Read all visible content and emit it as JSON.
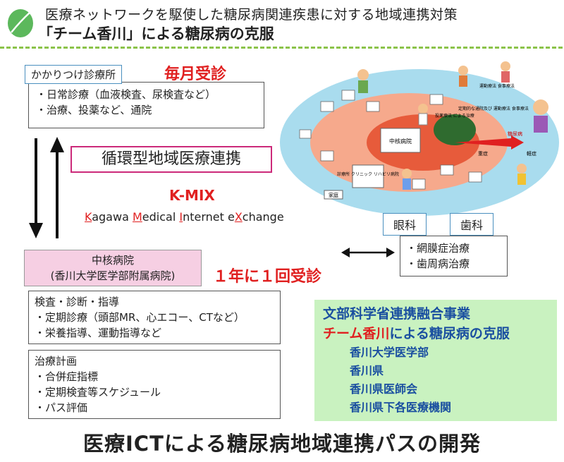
{
  "header": {
    "line1": "医療ネットワークを駆使した糖尿病関連疾患に対する地域連携対策",
    "line2": "「チーム香川」による糖尿病の克服"
  },
  "clinic": {
    "tag": "かかりつけ診療所",
    "monthly": "毎月受診",
    "items": [
      "・日常診療（血液検査、尿検査など）",
      "・治療、投薬など、通院"
    ]
  },
  "circulation": "循環型地域医療連携",
  "kmix": {
    "name": "K-MIX",
    "full": [
      "K",
      "agawa ",
      "M",
      "edical ",
      "I",
      "nternet e",
      "X",
      "change"
    ]
  },
  "core_hospital": {
    "line1": "中核病院",
    "line2": "(香川大学医学部附属病院)",
    "yearly": "１年に１回受診",
    "exam_items": [
      "検査・診断・指導",
      "・定期診療（頭部MR、心エコー、CTなど）",
      "・栄養指導、運動指導など"
    ],
    "plan_items": [
      "治療計画",
      "・合併症指標",
      "・定期検査等スケジュール",
      "・パス評価"
    ]
  },
  "specialists": {
    "eye": "眼科",
    "dental": "歯科",
    "items": [
      "・網膜症治療",
      "・歯周病治療"
    ]
  },
  "illustration": {
    "center": "中核病院",
    "clinic": "診療所 クリニック リハビリ病院",
    "home": "家庭",
    "severe": "重症",
    "mild": "軽症",
    "diabetes": "糖尿病",
    "ring1": "運動療法 食事療法",
    "ring2": "投薬療法 による治療",
    "ring3": "定期的な通院及び 運動療法 食事療法"
  },
  "project": {
    "title": "文部科学省連携融合事業",
    "subtitle_red": "チーム香川",
    "subtitle_rest": "による糖尿病の克服",
    "members": [
      "香川大学医学部",
      "香川県",
      "香川県医師会",
      "香川県下各医療機関"
    ]
  },
  "bottom_title": "医療ICTによる糖尿病地域連携パスの開発",
  "colors": {
    "red": "#e02020",
    "magenta": "#cc2a7a",
    "pink_box": "#f6cfe3",
    "green_box": "#c9f2c0",
    "ellipse_outer": "#a9dcee",
    "ellipse_inner": "#f6a98c"
  }
}
